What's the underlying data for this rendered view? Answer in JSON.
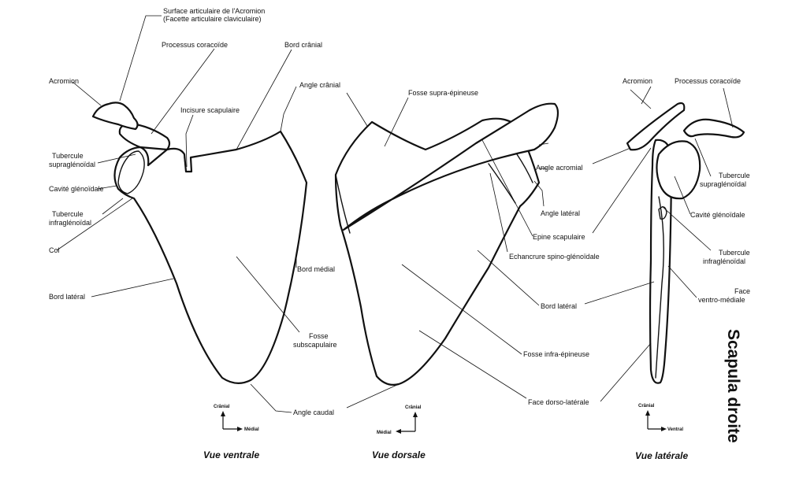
{
  "title": "Scapula droite",
  "views": {
    "ventral": "Vue ventrale",
    "dorsal": "Vue dorsale",
    "lateral": "Vue latérale"
  },
  "orientation": {
    "cranial": "Crânial",
    "medial": "Médial",
    "ventral": "Ventral"
  },
  "labels": {
    "ventral": {
      "surface_articulaire_1": "Surface articulaire  de l'Acromion",
      "surface_articulaire_2": "(Facette articulaire claviculaire)",
      "processus_coracoide": "Processus coracoïde",
      "bord_cranial": "Bord crânial",
      "acromion": "Acromion",
      "angle_cranial": "Angle crânial",
      "incisure_scapulaire": "Incisure scapulaire",
      "tubercule_supraglenoidal_1": "Tubercule",
      "tubercule_supraglenoidal_2": "supraglénoïdal",
      "cavite_glenoidale": "Cavité glénoïdale",
      "tubercule_infraglenoidal_1": "Tubercule",
      "tubercule_infraglenoidal_2": "infraglénoïdal",
      "col": "Col",
      "bord_lateral": "Bord latéral",
      "bord_medial": "Bord médial",
      "fosse_subscapulaire_1": "Fosse",
      "fosse_subscapulaire_2": "subscapulaire",
      "angle_caudal": "Angle caudal"
    },
    "dorsal": {
      "fosse_supra_epineuse": "Fosse supra-épineuse",
      "angle_acromial": "Angle acromial",
      "angle_lateral": "Angle latéral",
      "epine_scapulaire": "Epine scapulaire",
      "echancrure": "Echancrure spino-glénoïdale",
      "bord_lateral": "Bord latéral",
      "fosse_infra_epineuse": "Fosse infra-épineuse",
      "face_dorso_laterale": "Face dorso-latérale"
    },
    "lateral": {
      "acromion": "Acromion",
      "processus_coracoide": "Processus coracoïde",
      "tubercule_supraglenoidal_1": "Tubercule",
      "tubercule_supraglenoidal_2": "supraglénoïdal",
      "cavite_glenoidale": "Cavité glénoïdale",
      "tubercule_infraglenoidal_1": "Tubercule",
      "tubercule_infraglenoidal_2": "infraglénoïdal",
      "face_ventro_mediale_1": "Face",
      "face_ventro_mediale_2": "ventro-médiale"
    }
  }
}
